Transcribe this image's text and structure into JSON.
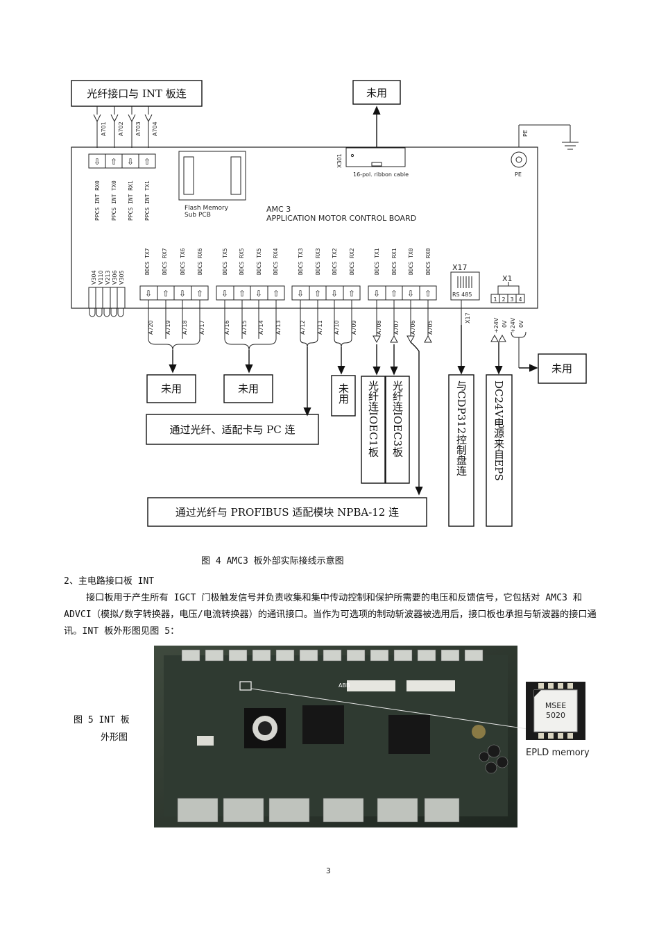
{
  "diagram": {
    "top_left_label": "光纤接口与 INT 板连",
    "top_unused_label": "未用",
    "board_name_line1": "AMC  3",
    "board_name_line2": "APPLICATION  MOTOR  CONTROL  BOARD",
    "flash_line1": "Flash  Memory",
    "flash_line2": "Sub  PCB",
    "x301_label": "X301",
    "ribbon_label": "16-pol.  ribbon  cable",
    "pe_label": "PE",
    "x17_label": "X17",
    "x17_rs485": "RS  485",
    "x17_pin_label": "X17",
    "x1_label": "X1",
    "x1_pins": [
      "1",
      "2",
      "3",
      "4"
    ],
    "x1_pin_labels": [
      "+24V",
      "0V",
      "+24V",
      "0V"
    ],
    "leds": [
      "V304",
      "V110",
      "V213",
      "V306",
      "V305"
    ],
    "int_connectors": [
      "A701",
      "A702",
      "A703",
      "A704"
    ],
    "int_signals": [
      "PPCS INT RX0",
      "PPCS INT TX0",
      "PPCS INT RX1",
      "PPCS INT TX1"
    ],
    "ddcs_signals": [
      "DDCS TX7",
      "DDCS RX7",
      "DDCS TX6",
      "DDCS RX6",
      "DDCS TX5",
      "DDCS RX5",
      "DDCS TX5",
      "DDCS RX4",
      "DDCS TX3",
      "DDCS RX3",
      "DDCS TX2",
      "DDCS RX2",
      "DDCS TX1",
      "DDCS RX1",
      "DDCS TX0",
      "DDCS RX0"
    ],
    "ddcs_connectors": [
      "A720",
      "A719",
      "A718",
      "A717",
      "A716",
      "A715",
      "A714",
      "A713",
      "A712",
      "A711",
      "A710",
      "A709",
      "A708",
      "A707",
      "A706",
      "A705"
    ],
    "box_unused_1": "未用",
    "box_unused_2": "未用",
    "box_unused_3": "未用",
    "box_unused_right": "未用",
    "box_pc": "通过光纤、适配卡与 PC 连",
    "box_ioec1": "光纤连IOEC1板",
    "box_ioec3": "光纤连IOEC3板",
    "box_cdp": "与CDP312控制盘连",
    "box_dc24v": "DC24V电源来自EPS",
    "box_profibus": "通过光纤与 PROFIBUS 适配模块 NPBA-12 连"
  },
  "figure4_caption": "图 4   AMC3 板外部实际接线示意图",
  "section_title": "2、主电路接口板 INT",
  "paragraph": "接口板用于产生所有 IGCT 门极触发信号并负责收集和集中传动控制和保护所需要的电压和反馈信号，它包括对 AMC3 和 ADVCI（模拟/数字转换器，电压/电流转换器）的通讯接口。当作为可选项的制动斩波器被选用后，接口板也承担与斩波器的接口通讯。INT 板外形图见图 5：",
  "figure5": {
    "caption_line1": "图 5   INT 板",
    "caption_line2": "外形图",
    "chip_line1": "MSEE",
    "chip_line2": "5020",
    "epld_label": "EPLD memory",
    "board_brand": "ABB"
  },
  "page_number": "3"
}
